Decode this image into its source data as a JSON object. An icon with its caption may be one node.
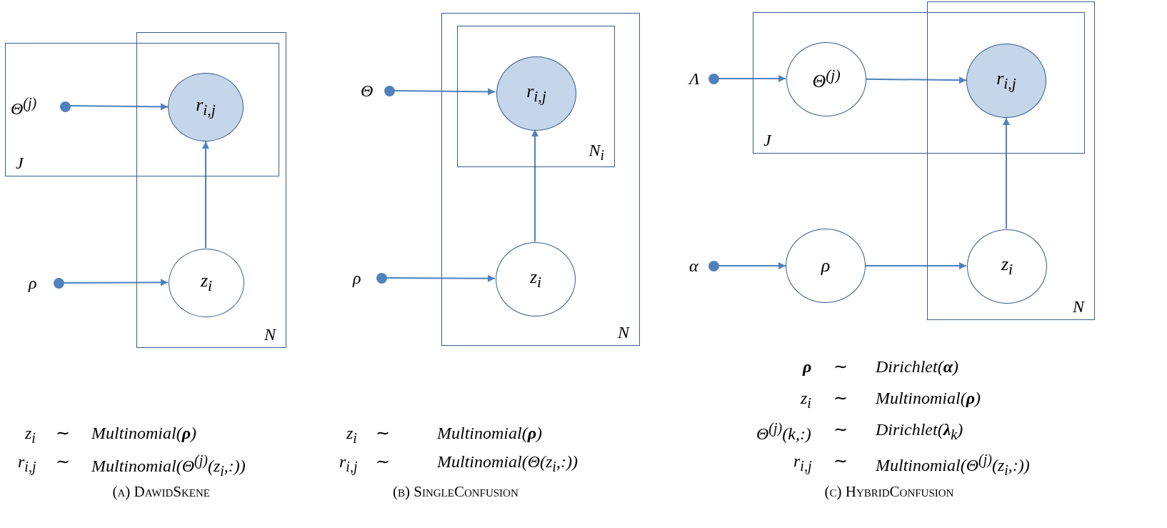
{
  "diagram": {
    "nodes": [
      {
        "text": [
          "J"
        ]
      },
      {
        "text": [
          "N"
        ]
      },
      {
        "text": [
          "Θ$^{(j)}$"
        ],
        "in": 0
      },
      {
        "text": [
          "r$_{i,j}$"
        ]
      },
      {
        "text": [
          "ρ"
        ]
      },
      {
        "text": [
          "z$_{i}$"
        ],
        "in": 1
      },
      {
        "text": [
          "N"
        ]
      },
      {
        "text": [
          "N$_{i}$"
        ],
        "in": 6
      },
      {
        "text": [
          "Θ"
        ]
      },
      {
        "text": [
          "r$_{i,j}$"
        ],
        "in": 7
      },
      {
        "text": [
          "ρ"
        ]
      },
      {
        "text": [
          "z$_{i}$"
        ],
        "in": 6
      },
      {
        "text": [
          "J"
        ]
      },
      {
        "text": [
          "N"
        ]
      },
      {
        "text": [
          "Λ"
        ]
      },
      {
        "text": [
          "Θ$^{(j)}$"
        ],
        "in": 12
      },
      {
        "text": [
          "r$_{i,j}$"
        ]
      },
      {
        "text": [
          "α"
        ]
      },
      {
        "text": [
          "ρ"
        ]
      },
      {
        "text": [
          "z$_{i}$"
        ],
        "in": 13
      }
    ],
    "edges": [
      {
        "from": 2,
        "to": 3,
        "arrow": "to"
      },
      {
        "from": 5,
        "to": 3,
        "arrow": "to"
      },
      {
        "from": 4,
        "to": 5,
        "arrow": "to"
      },
      {
        "from": 8,
        "to": 9,
        "arrow": "to"
      },
      {
        "from": 11,
        "to": 9,
        "arrow": "to"
      },
      {
        "from": 10,
        "to": 11,
        "arrow": "to"
      },
      {
        "from": 14,
        "to": 15,
        "arrow": "to"
      },
      {
        "from": 15,
        "to": 16,
        "arrow": "to"
      },
      {
        "from": 19,
        "to": 16,
        "arrow": "to"
      },
      {
        "from": 17,
        "to": 18,
        "arrow": "to"
      },
      {
        "from": 18,
        "to": 19,
        "arrow": "to"
      }
    ],
    "labels": [
      "z$_{i}$",
      "∼",
      "Multinomial(**ρ**)",
      "r$_{i,j}$",
      "∼",
      "Multinomial(Θ$^{(j)}$(z$_{i}$,:))",
      "(a) DawidSkene",
      "z$_{i}$",
      "∼",
      "Multinomial(**ρ**)",
      "r$_{i,j}$",
      "∼",
      "Multinomial(Θ(z$_{i}$,:))",
      "(b) SingleConfusion",
      "**ρ**",
      "∼",
      "Dirichlet(**α**)",
      "z$_{i}$",
      "∼",
      "Multinomial(**ρ**)",
      "Θ$^{(j)}$(k,:)",
      "∼",
      "Dirichlet(**λ**$_{k}$)",
      "r$_{i,j}$",
      "∼",
      "Multinomial(Θ$^{(j)}$(z$_{i}$,:))",
      "(c) HybridConfusion"
    ]
  }
}
